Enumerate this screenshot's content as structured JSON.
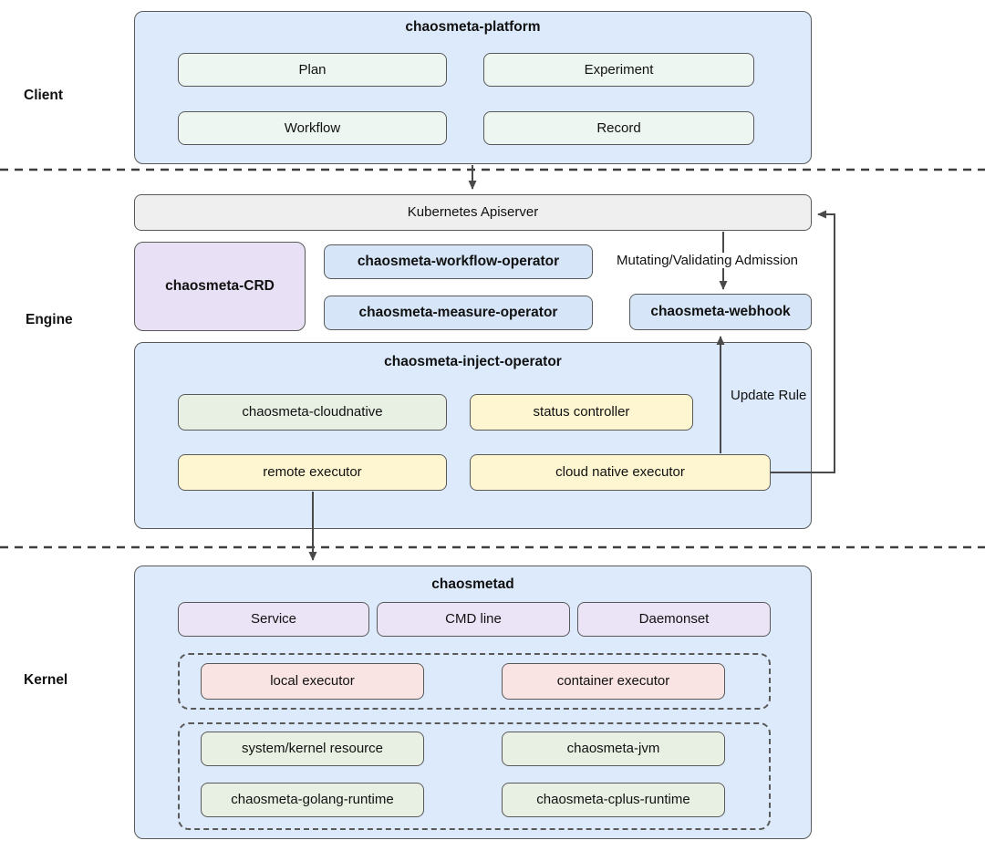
{
  "layer_labels": {
    "client": "Client",
    "engine": "Engine",
    "kernel": "Kernel"
  },
  "client": {
    "platform_title": "chaosmeta-platform",
    "pills": [
      "Plan",
      "Experiment",
      "Workflow",
      "Record"
    ]
  },
  "engine": {
    "apiserver": "Kubernetes Apiserver",
    "crd": "chaosmeta-CRD",
    "workflow_operator": "chaosmeta-workflow-operator",
    "measure_operator": "chaosmeta-measure-operator",
    "webhook": "chaosmeta-webhook",
    "admission_label": "Mutating/Validating Admission",
    "update_rule_label": "Update Rule",
    "inject_title": "chaosmeta-inject-operator",
    "inject_pills": [
      "chaosmeta-cloudnative",
      "status controller",
      "remote executor",
      "cloud native executor"
    ]
  },
  "kernel": {
    "chaosmetad_title": "chaosmetad",
    "interfaces": [
      "Service",
      "CMD line",
      "Daemonset"
    ],
    "executors": [
      "local executor",
      "container executor"
    ],
    "capabilities": [
      "system/kernel resource",
      "chaosmeta-jvm",
      "chaosmeta-golang-runtime",
      "chaosmeta-cplus-runtime"
    ]
  },
  "colors": {
    "container_blue": "#dceafb",
    "mint_pill": "#edf6f1",
    "gray_box": "#efefef",
    "purple_box": "#e8e0f4",
    "blue_box": "#d6e6f8",
    "yellow_pill": "#fdf6d0",
    "green_pill": "#e8f0e3",
    "purple_pill": "#ebe3f6",
    "pink_pill": "#f9e3e3",
    "border": "#595959"
  }
}
